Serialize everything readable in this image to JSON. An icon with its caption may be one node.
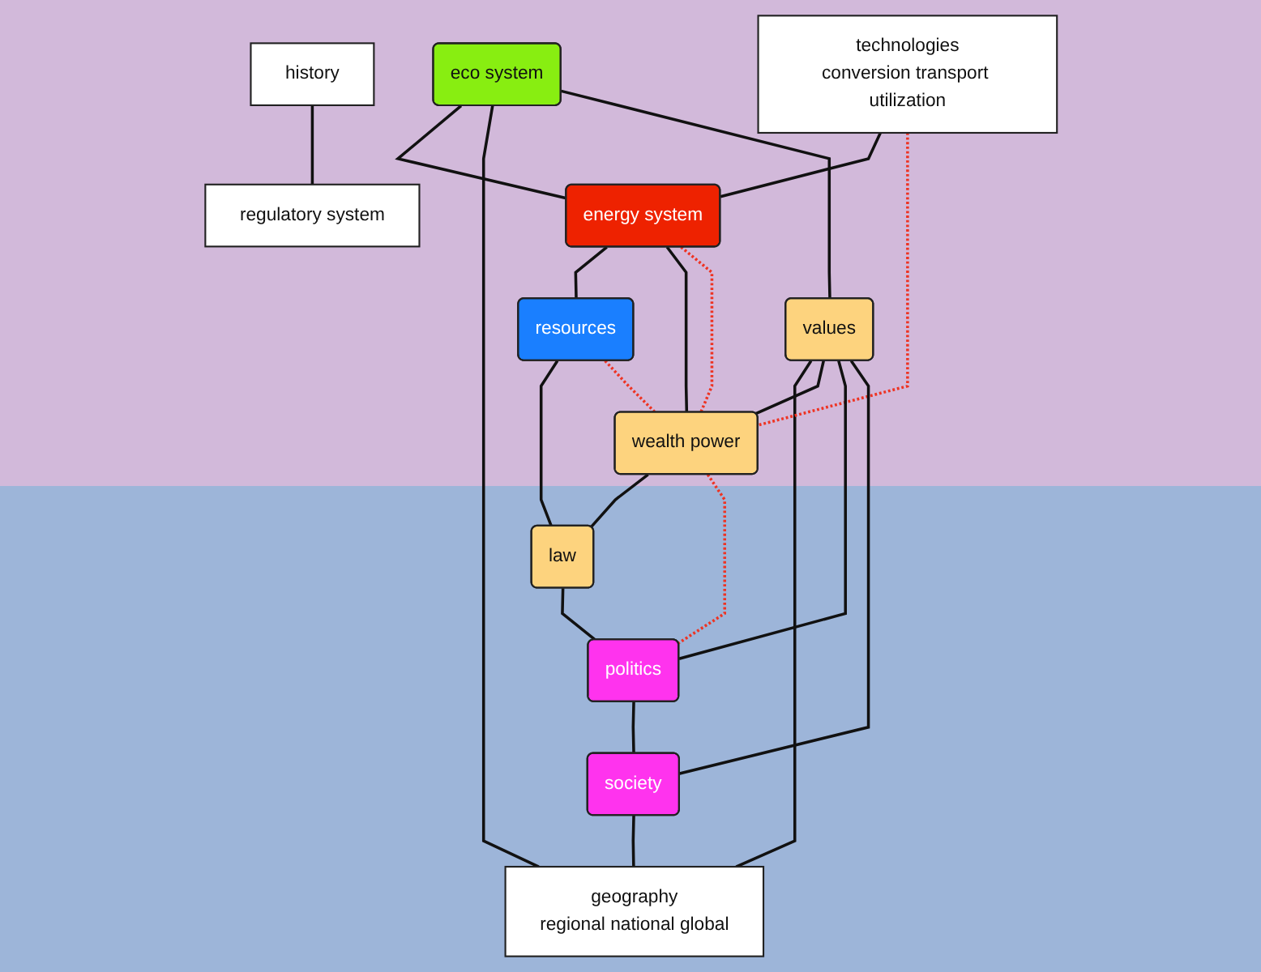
{
  "diagram": {
    "nodes": [
      {
        "text": [
          "eco system"
        ]
      },
      {
        "text": [
          "technologies",
          "conversion transport utilization"
        ]
      },
      {
        "text": [
          "energy system"
        ]
      },
      {
        "text": [
          "resources"
        ]
      },
      {
        "text": [
          "geography",
          "regional national global"
        ]
      },
      {
        "text": [
          "values"
        ]
      },
      {
        "text": [
          "wealth power"
        ]
      },
      {
        "text": [
          "law"
        ]
      },
      {
        "text": [
          "politics"
        ]
      },
      {
        "text": [
          "history"
        ]
      },
      {
        "text": [
          "regulatory system"
        ]
      },
      {
        "text": [
          "society"
        ]
      }
    ],
    "edges": [
      {
        "from": 0,
        "to": 2,
        "arrow": "none"
      },
      {
        "from": 0,
        "to": 4,
        "arrow": "none"
      },
      {
        "from": 0,
        "to": 5,
        "arrow": "none"
      },
      {
        "from": 5,
        "to": 4,
        "arrow": "none"
      },
      {
        "from": 1,
        "to": 2,
        "arrow": "none"
      },
      {
        "from": 2,
        "to": 3,
        "arrow": "none"
      },
      {
        "from": 3,
        "to": 7,
        "arrow": "none"
      },
      {
        "from": 1,
        "to": 6,
        "arrow": "none",
        "style": "dashed",
        "color": "#ee3322"
      },
      {
        "from": 2,
        "to": 6,
        "arrow": "none"
      },
      {
        "from": 2,
        "to": 6,
        "arrow": "none",
        "style": "dashed",
        "color": "#ee3322"
      },
      {
        "from": 3,
        "to": 6,
        "arrow": "none",
        "style": "dashed",
        "color": "#ee3322"
      },
      {
        "from": 5,
        "to": 6,
        "arrow": "none"
      },
      {
        "from": 6,
        "to": 7,
        "arrow": "none"
      },
      {
        "from": 6,
        "to": 8,
        "arrow": "none",
        "style": "dashed",
        "color": "#ee3322"
      },
      {
        "from": 7,
        "to": 8,
        "arrow": "none"
      },
      {
        "from": 5,
        "to": 8,
        "arrow": "none"
      },
      {
        "from": 5,
        "to": 11,
        "arrow": "none"
      },
      {
        "from": 8,
        "to": 11,
        "arrow": "none"
      },
      {
        "from": 9,
        "to": 10,
        "arrow": "none"
      },
      {
        "from": 11,
        "to": 4,
        "arrow": "none"
      }
    ]
  }
}
